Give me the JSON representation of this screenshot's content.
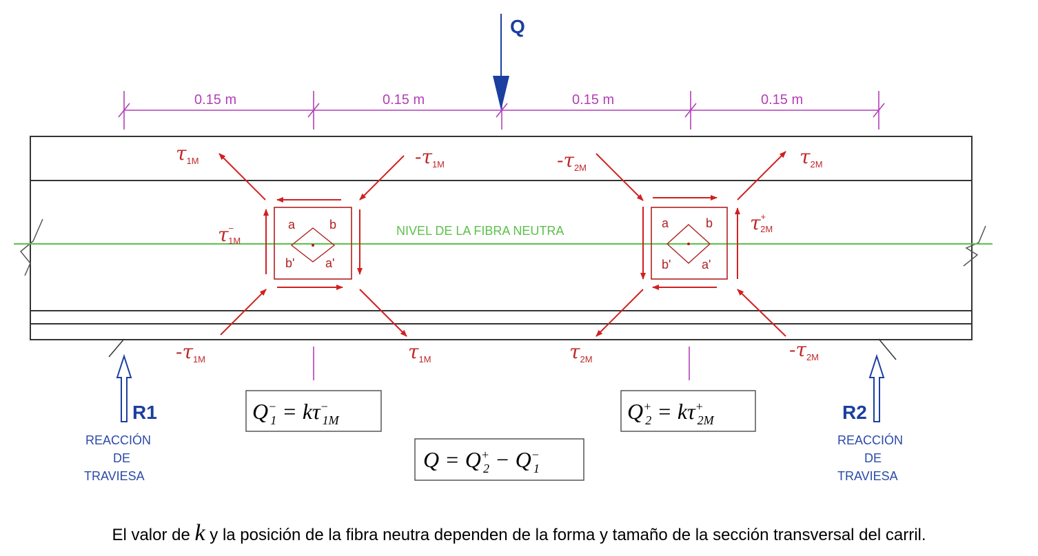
{
  "load_label": "Q",
  "dimensions": [
    "0.15 m",
    "0.15 m",
    "0.15 m",
    "0.15 m"
  ],
  "neutral_axis_label": "NIVEL DE LA FIBRA NEUTRA",
  "element1": {
    "corners": {
      "a": "a",
      "b": "b",
      "b_prime": "b'",
      "a_prime": "a'"
    },
    "stress_top_left": {
      "symbol": "τ",
      "sub": "1M",
      "sup": ""
    },
    "stress_top_right": {
      "symbol": "-τ",
      "sub": "1M",
      "sup": ""
    },
    "stress_side": {
      "symbol": "τ",
      "sub": "1M",
      "sup": "−"
    },
    "stress_bottom_left": {
      "symbol": "-τ",
      "sub": "1M",
      "sup": ""
    },
    "stress_bottom_right": {
      "symbol": "τ",
      "sub": "1M",
      "sup": ""
    },
    "formula": {
      "lhs": "Q",
      "lhs_sup": "−",
      "lhs_sub": "1",
      "eq": " = kτ",
      "rhs_sup": "−",
      "rhs_sub": "1M"
    }
  },
  "element2": {
    "corners": {
      "a": "a",
      "b": "b",
      "b_prime": "b'",
      "a_prime": "a'"
    },
    "stress_top_left": {
      "symbol": "-τ",
      "sub": "2M",
      "sup": ""
    },
    "stress_top_right": {
      "symbol": "τ",
      "sub": "2M",
      "sup": ""
    },
    "stress_side": {
      "symbol": "τ",
      "sub": "2M",
      "sup": "+"
    },
    "stress_bottom_left": {
      "symbol": "τ",
      "sub": "2M",
      "sup": ""
    },
    "stress_bottom_right": {
      "symbol": "-τ",
      "sub": "2M",
      "sup": ""
    },
    "formula": {
      "lhs": "Q",
      "lhs_sup": "+",
      "lhs_sub": "2",
      "eq": " = kτ",
      "rhs_sup": "+",
      "rhs_sub": "2M"
    }
  },
  "main_formula": {
    "lhs": "Q = Q",
    "sup1": "+",
    "sub1": "2",
    "mid": " − Q",
    "sup2": "−",
    "sub2": "1"
  },
  "reaction1": {
    "label": "R",
    "sub": "1",
    "line1": "REACCIÓN",
    "line2": "DE",
    "line3": "TRAVIESA"
  },
  "reaction2": {
    "label": "R",
    "sub": "2",
    "line1": "REACCIÓN",
    "line2": "DE",
    "line3": "TRAVIESA"
  },
  "caption": {
    "before": "El valor de ",
    "var": "k",
    "after": " y la posición de la fibra neutra dependen de la forma y tamaño de la sección transversal del carril."
  },
  "colors": {
    "stress": "#c0282a",
    "dimension": "#b23fb8",
    "neutral_axis": "#5cc04a",
    "load": "#1a3fa0",
    "rail": "#333333"
  }
}
